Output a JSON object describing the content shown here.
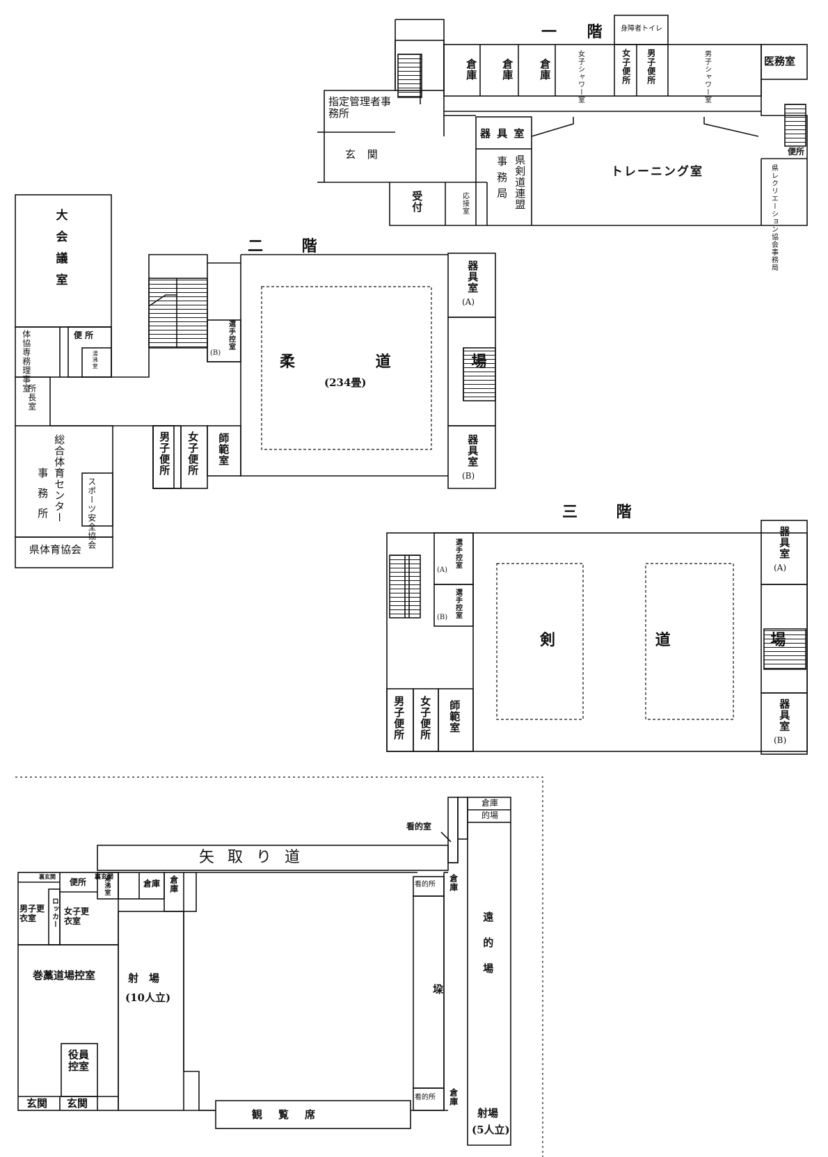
{
  "floor1": {
    "title": "一 階",
    "rooms": {
      "storage_1": "倉庫",
      "storage_2": "倉庫",
      "storage_3": "倉庫",
      "women_shower": "女子シャワー室",
      "women_wc": "女子便所",
      "men_wc": "男子便所",
      "men_shower": "男子シャワー室",
      "accessible_wc": "身障者トイレ",
      "medical": "医務室",
      "manager_office": "指定管理者事務所",
      "entrance": "玄 関",
      "equipment": "器 具 室",
      "training": "トレーニング室",
      "wc": "便所",
      "recreation": "県レクリエーション協会事務局",
      "reception": "受付",
      "parlor": "応接室",
      "kendo_fed_a": "事務局",
      "kendo_fed_b": "県剣道連盟"
    }
  },
  "floor2": {
    "title": "二 階",
    "rooms": {
      "hall": "大会議室",
      "wc": "便 所",
      "kettle": "湯沸室",
      "sports_assoc_office": "体協専務理事室",
      "director": "所長室",
      "center_office_a": "総合体育センター",
      "center_office_b": "事務所",
      "safety": "スポーツ安全協会",
      "pref_sports": "県体育協会",
      "player_b": "選手控室",
      "player_b_tag": "(B)",
      "men_wc": "男子便所",
      "women_wc": "女子便所",
      "instructor": "師範室",
      "judo": "柔 道 場",
      "judo_size": "(234畳)",
      "equip_a": "器具室",
      "equip_a_tag": "(A)",
      "equip_b": "器具室",
      "equip_b_tag": "(B)"
    }
  },
  "floor3": {
    "title": "三 階",
    "rooms": {
      "player_a": "選手控室",
      "player_a_tag": "(A)",
      "player_b": "選手控室",
      "player_b_tag": "(B)",
      "men_wc": "男子便所",
      "women_wc": "女子便所",
      "instructor": "師範室",
      "kendo": "剣 道 場",
      "equip_a": "器具室",
      "equip_a_tag": "(A)",
      "equip_b": "器具室",
      "equip_b_tag": "(B)"
    }
  },
  "archery": {
    "rooms": {
      "arrow_path": "矢 取 り 道",
      "back_entrance_1": "裏玄関",
      "back_entrance_2": "裏玄関",
      "men_locker": "男子更衣室",
      "locker": "ロッカー",
      "wc": "便所",
      "women_locker": "女子更衣室",
      "kettle": "湯沸室",
      "storage_1": "倉庫",
      "storage_2": "倉庫",
      "makiwara": "巻藁道場控室",
      "officials": "役員控室",
      "entrance_1": "玄関",
      "entrance_2": "玄関",
      "range": "射　場",
      "range_cap": "(10人立)",
      "target_spot_1": "看的所",
      "target_spot_2": "看的所",
      "storage_3": "倉庫",
      "storage_4": "倉庫",
      "azuchi": "垜",
      "target_room": "看的室",
      "storage_5": "倉庫",
      "target_area": "的場",
      "far_range": "遠的場",
      "range2": "射場",
      "range2_cap": "(5人立)",
      "gallery": "観　覧　席"
    }
  }
}
